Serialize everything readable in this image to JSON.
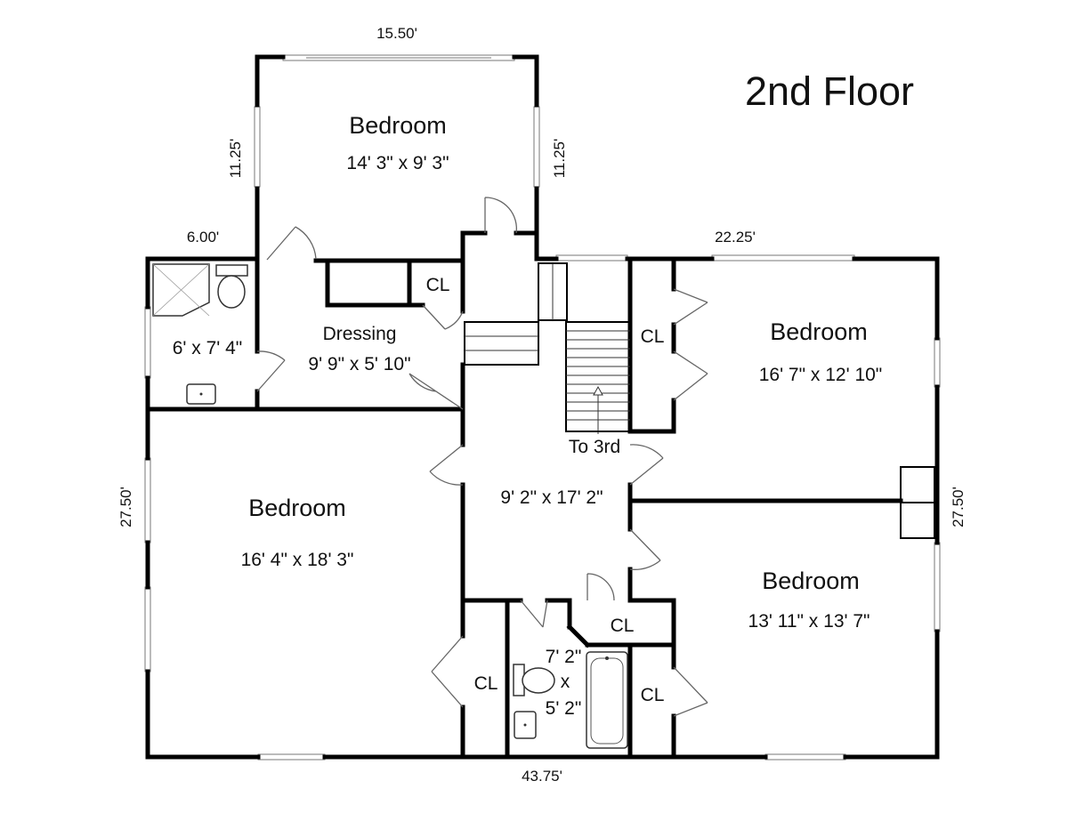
{
  "title": "2nd Floor",
  "dimensions": {
    "top_width": "15.50'",
    "left_upper": "11.25'",
    "right_upper": "11.25'",
    "bath_width": "6.00'",
    "right_width": "22.25'",
    "left_height": "27.50'",
    "right_height": "27.50'",
    "bottom_width": "43.75'"
  },
  "rooms": {
    "top_bedroom": {
      "name": "Bedroom",
      "size": "14' 3\" x 9' 3\""
    },
    "master_bath": {
      "size": "6' x 7' 4\""
    },
    "dressing": {
      "name": "Dressing",
      "size": "9' 9\" x 5' 10\""
    },
    "right_bedroom": {
      "name": "Bedroom",
      "size": "16' 7\" x 12' 10\""
    },
    "left_bedroom": {
      "name": "Bedroom",
      "size": "16' 4\" x 18' 3\""
    },
    "hall": {
      "size": "9' 2\" x 17' 2\""
    },
    "bottom_right_bedroom": {
      "name": "Bedroom",
      "size": "13' 11\" x 13' 7\""
    },
    "hall_bath": {
      "size_line1": "7' 2\"",
      "size_line2": "x",
      "size_line3": "5' 2\""
    }
  },
  "closets": {
    "dressing_cl": "CL",
    "right_cl": "CL",
    "mid_cl": "CL",
    "bottom_left_cl": "CL",
    "bottom_right_cl": "CL"
  },
  "stairs_label": "To 3rd"
}
